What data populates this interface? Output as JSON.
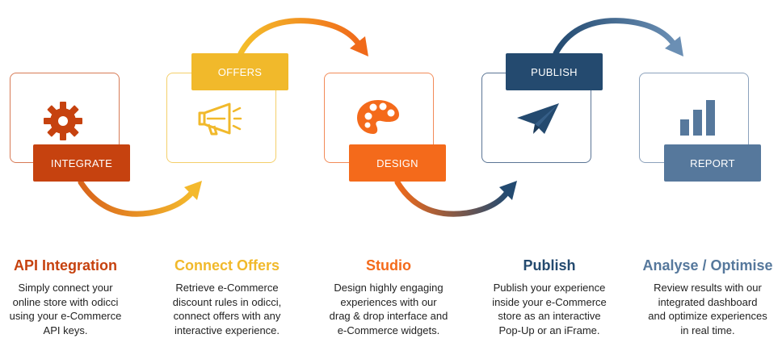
{
  "colors": {
    "integrate": "#C6420F",
    "offers": "#F1B92B",
    "design": "#F46A1B",
    "publish": "#244A6F",
    "report": "#56789C",
    "integrate_border": "#D77A55",
    "offers_border": "#F4CF6A",
    "design_border": "#F28B58",
    "publish_border": "#5B7595",
    "report_border": "#8CA2BC"
  },
  "steps": [
    {
      "label": "INTEGRATE",
      "icon": "gear-icon",
      "title": "API Integration",
      "lines": [
        "Simply connect your",
        "online store with odicci",
        "using your e-Commerce",
        "API keys."
      ]
    },
    {
      "label": "OFFERS",
      "icon": "megaphone-icon",
      "title": "Connect Offers",
      "lines": [
        "Retrieve e-Commerce",
        "discount rules in odicci,",
        "connect offers with any",
        "interactive experience."
      ]
    },
    {
      "label": "DESIGN",
      "icon": "palette-icon",
      "title": "Studio",
      "lines": [
        "Design highly engaging",
        "experiences with our",
        "drag & drop interface and",
        "e-Commerce widgets."
      ]
    },
    {
      "label": "PUBLISH",
      "icon": "paper-plane-icon",
      "title": "Publish",
      "lines": [
        "Publish your experience",
        "inside your e-Commerce",
        "store as an interactive",
        "Pop-Up or an iFrame."
      ]
    },
    {
      "label": "REPORT",
      "icon": "bar-chart-icon",
      "title": "Analyse / Optimise",
      "lines": [
        "Review results with our",
        "integrated dashboard",
        "and optimize experiences",
        "in real time."
      ]
    }
  ]
}
